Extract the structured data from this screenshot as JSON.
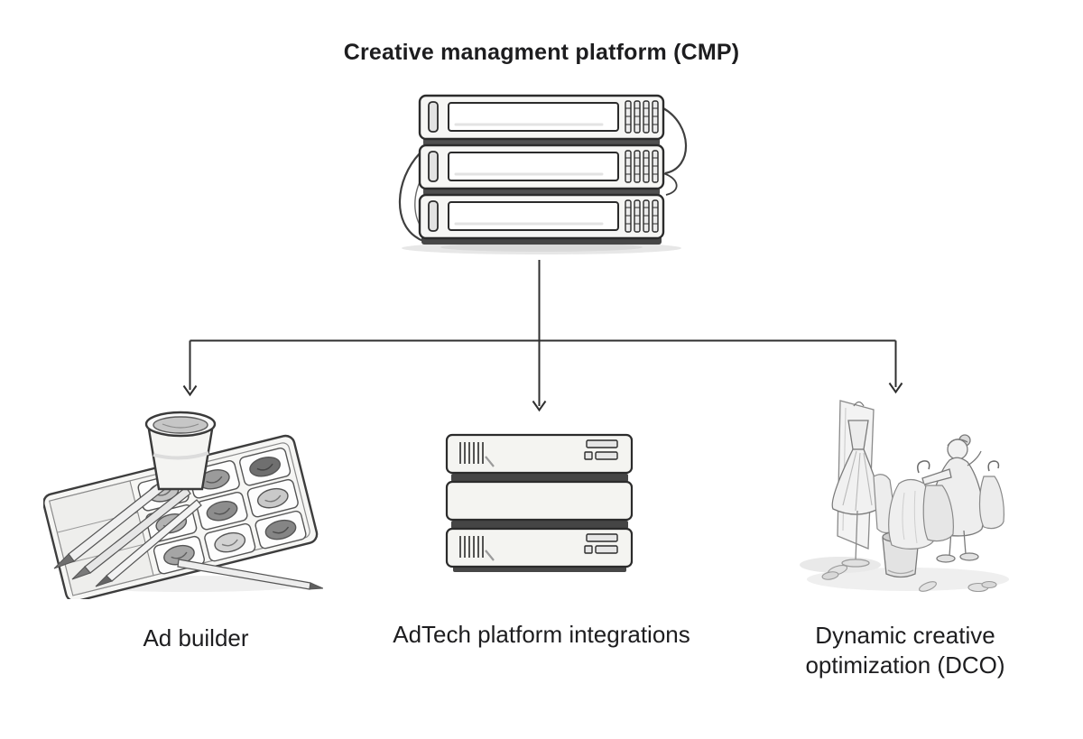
{
  "diagram": {
    "title": "Creative managment platform (CMP)",
    "root": {
      "label": "Creative managment platform (CMP)",
      "icon": "server-rack-stack-icon"
    },
    "children": [
      {
        "id": "ad-builder",
        "label": "Ad builder",
        "icon": "paint-palette-icon"
      },
      {
        "id": "adtech-platform-integrations",
        "label": "AdTech platform integrations",
        "icon": "server-stack-icon"
      },
      {
        "id": "dynamic-creative-optimization",
        "label": "Dynamic creative optimization (DCO)",
        "icon": "clothes-fitting-icon"
      }
    ],
    "colors": {
      "background": "#ffffff",
      "text": "#1d1d1f",
      "connector": "#2f2f2f",
      "sketch_ink": "#2b2b2b",
      "sketch_light": "#8a8a8a",
      "fill_light": "#f4f4f2",
      "shadow": "#e6e6e6"
    }
  }
}
